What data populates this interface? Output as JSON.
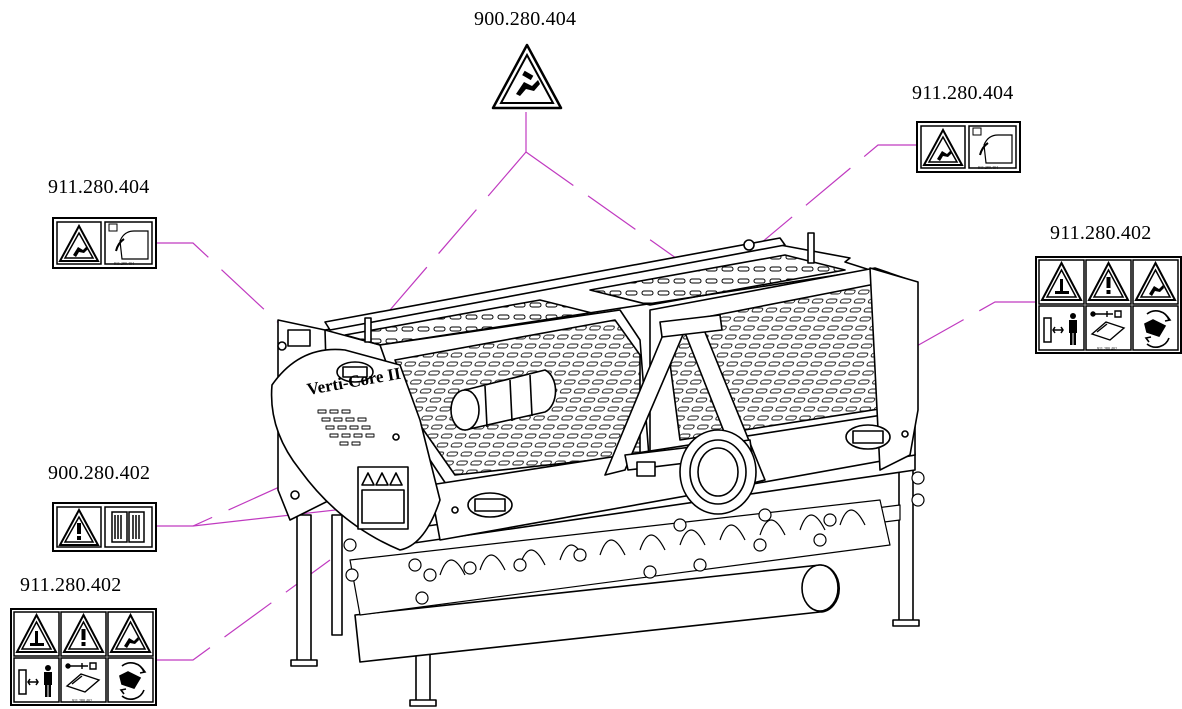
{
  "labels": {
    "top_center": "900.280.404",
    "top_right": "911.280.404",
    "left_upper": "911.280.404",
    "right_middle": "911.280.402",
    "left_middle": "900.280.402",
    "left_lower": "911.280.402"
  },
  "machine": {
    "brand_text": "Verti-Core II"
  },
  "decal_print": {
    "d404_a": "911.280.404",
    "d404_b": "911.280.404",
    "d402_a": "911.280.402",
    "d402_b": "911.280.402"
  },
  "colors": {
    "leader": "#c03ac0",
    "ink": "#000000"
  },
  "icons": [
    "warning-triangle-icon",
    "hand-crush-icon",
    "manual-book-icon",
    "person-distance-icon",
    "ear-protection-icon",
    "rotating-parts-icon",
    "lift-hazard-icon"
  ]
}
